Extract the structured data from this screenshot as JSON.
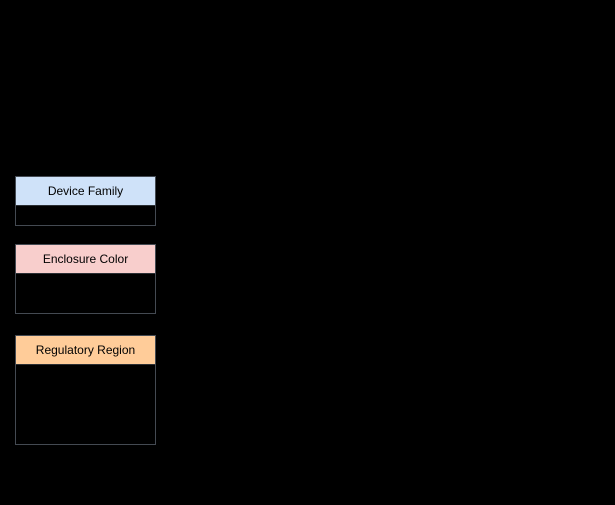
{
  "diagram": {
    "background_color": "#000000",
    "border_color": "#444a52",
    "text_color": "#000000",
    "shapes": [
      {
        "title": "Device Family",
        "header_fill": "#cfe2f9",
        "body_fill": "transparent"
      },
      {
        "title": "Enclosure Color",
        "header_fill": "#f8cecc",
        "body_fill": "transparent"
      },
      {
        "title": "Regulatory Region",
        "header_fill": "#ffcc99",
        "body_fill": "transparent"
      }
    ]
  }
}
